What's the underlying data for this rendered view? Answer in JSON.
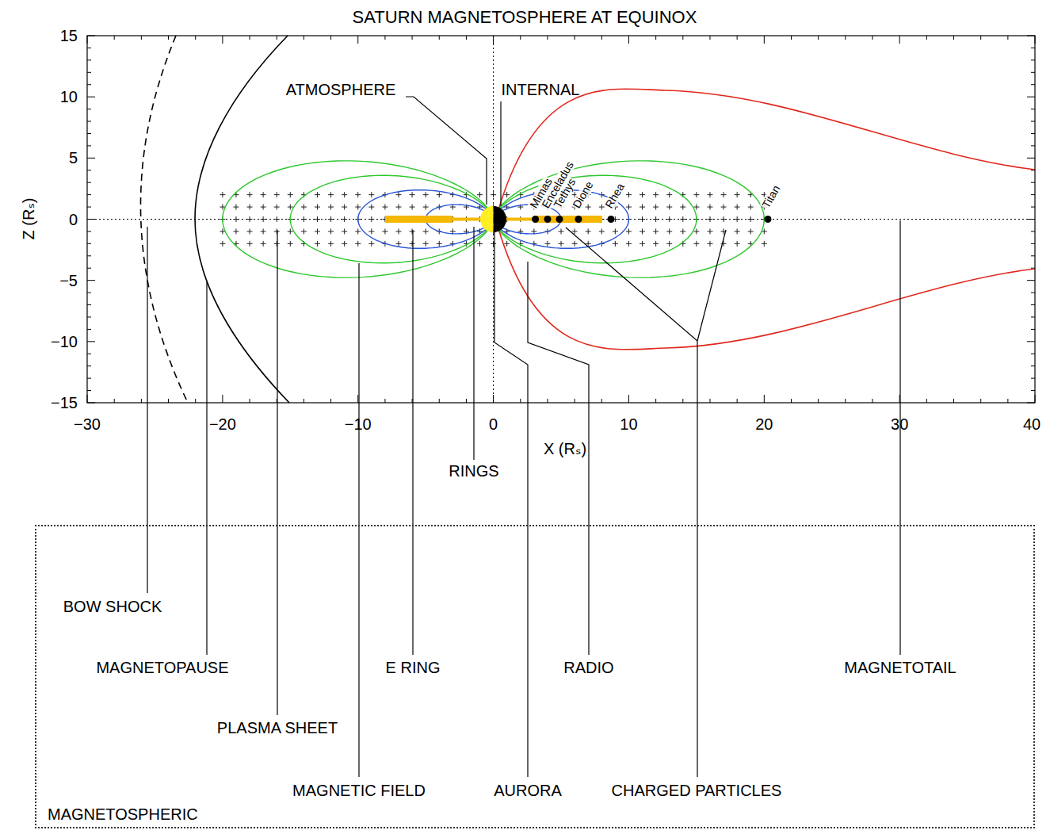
{
  "diagram": {
    "title": "SATURN MAGNETOSPHERE AT EQUINOX",
    "nodes": [
      {
        "text": [
          "BOW SHOCK",
          "MAGNETOPAUSE",
          "PLASMA SHEET",
          "MAGNETIC FIELD",
          "E RING",
          "AURORA",
          "RADIO",
          "CHARGED PARTICLES",
          "MAGNETOTAIL",
          "MAGNETOSPHERIC"
        ]
      }
    ],
    "labels": [
      "Z (Rₛ)",
      "15",
      "10",
      "5",
      "0",
      "−5",
      "−10",
      "−15",
      "−30",
      "−20",
      "−10",
      "0",
      "10",
      "20",
      "30",
      "40",
      "X (Rₛ)",
      "ATMOSPHERE",
      "INTERNAL",
      "RINGS",
      "Mimas",
      "Enceladus",
      "Tethys",
      "Dione",
      "Rhea",
      "Titan"
    ]
  }
}
